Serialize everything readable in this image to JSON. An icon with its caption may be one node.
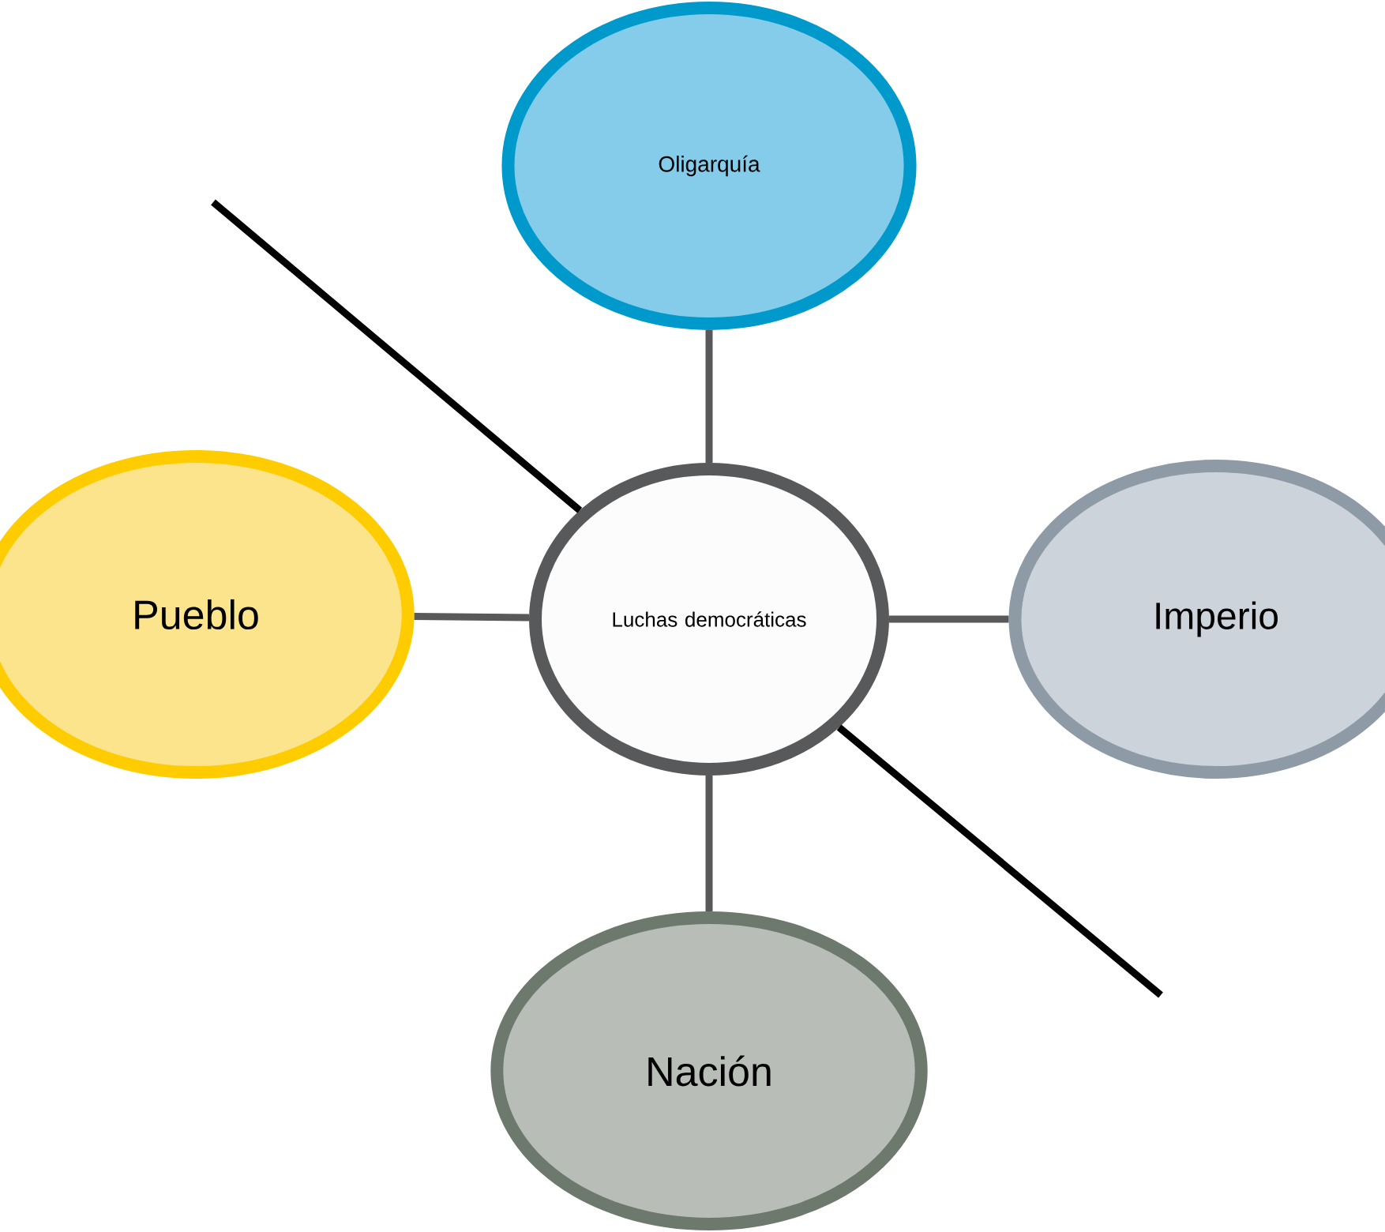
{
  "diagram": {
    "nodes": [
      {
        "text": [
          "Oligarquía"
        ]
      },
      {
        "text": [
          "Pueblo"
        ]
      },
      {
        "text": [
          "Luchas democráticas"
        ]
      },
      {
        "text": [
          "Imperio"
        ]
      },
      {
        "text": [
          "Nación"
        ]
      }
    ],
    "edges": [
      {
        "from": 2,
        "to": 0,
        "arrow": "none"
      },
      {
        "from": 2,
        "to": 1,
        "arrow": "none"
      },
      {
        "from": 2,
        "to": 3,
        "arrow": "none"
      },
      {
        "from": 2,
        "to": 4,
        "arrow": "none"
      },
      {
        "from": null,
        "to": 2,
        "arrow": "none",
        "color": "#000000"
      },
      {
        "from": null,
        "to": 2,
        "arrow": "none",
        "color": "#000000"
      }
    ]
  }
}
